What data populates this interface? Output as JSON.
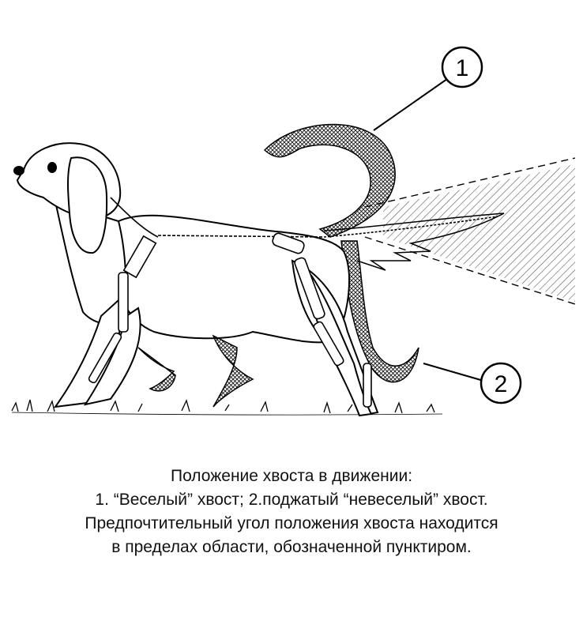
{
  "callouts": {
    "wagging": "1",
    "tucked": "2"
  },
  "caption": {
    "title": "Положение хвоста в движении:",
    "line1": "1. “Веселый” хвост; 2.поджатый “невеселый” хвост.",
    "line2": "Предпочтительный угол положения хвоста находится",
    "line3": "в пределах области, обозначенной пунктиром."
  }
}
